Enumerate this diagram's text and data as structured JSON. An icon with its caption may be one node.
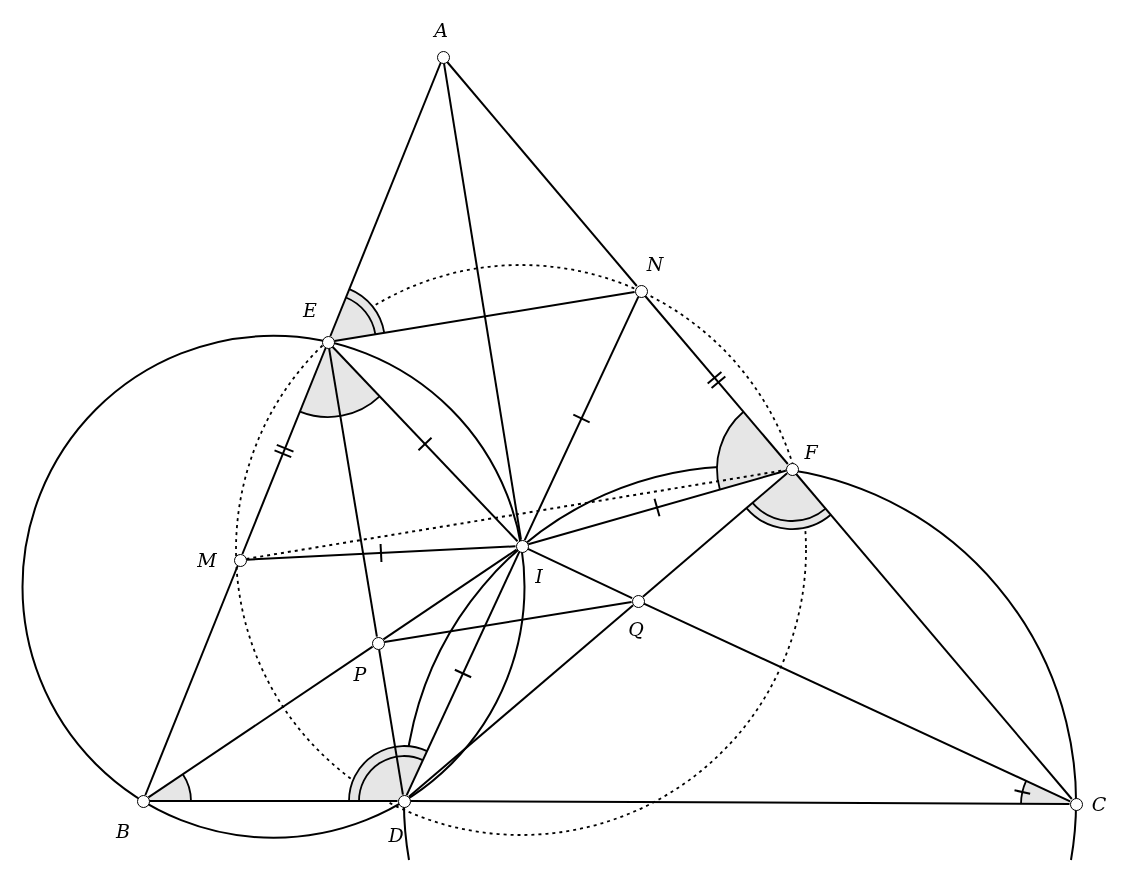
{
  "diagram": {
    "nodes": [
      {
        "text": [],
        "shape": "circle",
        "beside": [
          "A"
        ]
      },
      {
        "text": [],
        "shape": "circle",
        "beside": [
          "N"
        ]
      },
      {
        "text": [],
        "shape": "circle",
        "beside": [
          "E"
        ]
      },
      {
        "text": [],
        "shape": "circle",
        "beside": [
          "F"
        ]
      },
      {
        "text": [],
        "shape": "circle",
        "beside": [
          "M"
        ]
      },
      {
        "text": [],
        "shape": "circle",
        "beside": [
          "I"
        ]
      },
      {
        "text": [],
        "shape": "circle",
        "beside": [
          "Q"
        ]
      },
      {
        "text": [],
        "shape": "circle",
        "beside": [
          "P"
        ]
      },
      {
        "text": [],
        "shape": "circle",
        "beside": [
          "B"
        ]
      },
      {
        "text": [],
        "shape": "circle",
        "beside": [
          "D"
        ]
      },
      {
        "text": [],
        "shape": "circle",
        "beside": [
          "C"
        ]
      }
    ],
    "edges": [
      {
        "from": 0,
        "to": 2,
        "arrow": "none"
      },
      {
        "from": 2,
        "to": 4,
        "arrow": "none"
      },
      {
        "from": 4,
        "to": 8,
        "arrow": "none"
      },
      {
        "from": 0,
        "to": 1,
        "arrow": "none"
      },
      {
        "from": 1,
        "to": 3,
        "arrow": "none"
      },
      {
        "from": 3,
        "to": 10,
        "arrow": "none"
      },
      {
        "from": 8,
        "to": 9,
        "arrow": "none"
      },
      {
        "from": 9,
        "to": 10,
        "arrow": "none"
      },
      {
        "from": 0,
        "to": 5,
        "arrow": "none"
      },
      {
        "from": 2,
        "to": 1,
        "arrow": "none"
      },
      {
        "from": 2,
        "to": 5,
        "arrow": "none"
      },
      {
        "from": 2,
        "to": 7,
        "arrow": "none"
      },
      {
        "from": 7,
        "to": 9,
        "arrow": "none"
      },
      {
        "from": 4,
        "to": 5,
        "arrow": "none"
      },
      {
        "from": 4,
        "to": 3,
        "arrow": "none",
        "style": "dashed"
      },
      {
        "from": 1,
        "to": 5,
        "arrow": "none"
      },
      {
        "from": 3,
        "to": 5,
        "arrow": "none"
      },
      {
        "from": 3,
        "to": 6,
        "arrow": "none"
      },
      {
        "from": 6,
        "to": 9,
        "arrow": "none"
      },
      {
        "from": 5,
        "to": 6,
        "arrow": "none"
      },
      {
        "from": 6,
        "to": 10,
        "arrow": "none"
      },
      {
        "from": 8,
        "to": 7,
        "arrow": "none"
      },
      {
        "from": 7,
        "to": 5,
        "arrow": "none"
      },
      {
        "from": 7,
        "to": 6,
        "arrow": "none"
      },
      {
        "from": 5,
        "to": 9,
        "arrow": "none"
      }
    ]
  }
}
